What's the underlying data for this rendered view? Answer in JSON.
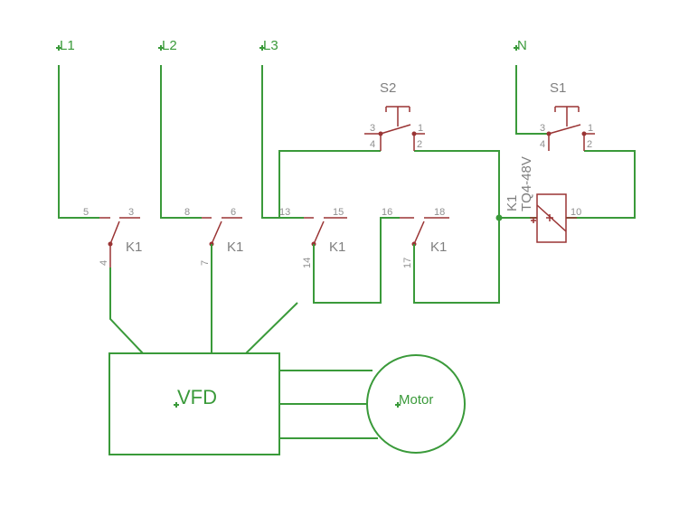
{
  "supplies": {
    "l1": "L1",
    "l2": "L2",
    "l3": "L3",
    "n": "N"
  },
  "switches": {
    "s2": {
      "name": "S2",
      "pins": [
        "3",
        "1",
        "4",
        "2"
      ]
    },
    "s1": {
      "name": "S1",
      "pins": [
        "3",
        "1",
        "4",
        "2"
      ]
    }
  },
  "contacts": [
    {
      "name": "K1",
      "pin_top_left": "5",
      "pin_top_right": "3",
      "pin_bottom": "4"
    },
    {
      "name": "K1",
      "pin_top_left": "8",
      "pin_top_right": "6",
      "pin_bottom": "7"
    },
    {
      "name": "K1",
      "pin_top_left": "13",
      "pin_top_right": "15",
      "pin_bottom": "14"
    },
    {
      "name": "K1",
      "pin_top_left": "16",
      "pin_top_right": "18",
      "pin_bottom": "17"
    }
  ],
  "coil": {
    "name": "K1",
    "value": "TQ4-48V",
    "pin_right": "10"
  },
  "vfd": {
    "label": "VFD"
  },
  "motor": {
    "label": "Motor"
  },
  "colors": {
    "wire": "#3a9a3a",
    "part": "#9a3434",
    "label": "#7f7f7f"
  }
}
